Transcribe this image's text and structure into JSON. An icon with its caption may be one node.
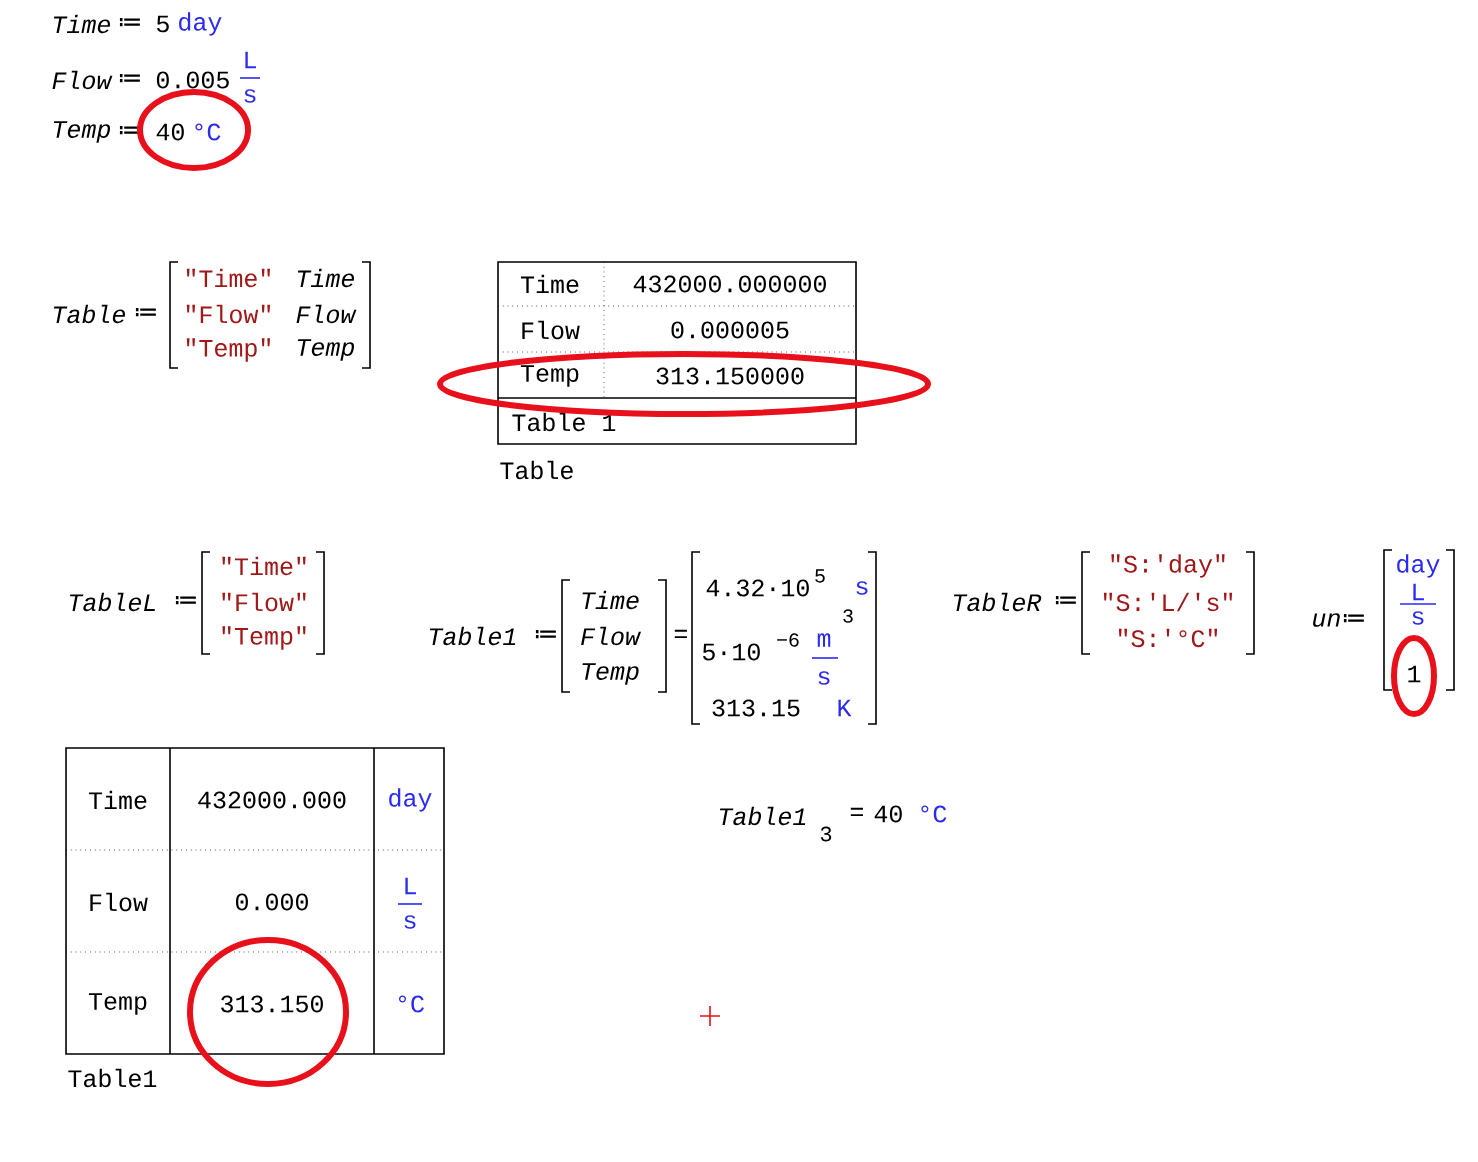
{
  "diagram": {
    "labels": [
      "Time",
      "≔",
      "5",
      "day",
      "Flow",
      "≔",
      "0.005",
      "L",
      "s",
      "Temp",
      "≔",
      "40",
      "°C",
      "Table",
      "≔",
      "\"Time\"",
      "Time",
      "\"Flow\"",
      "Flow",
      "\"Temp\"",
      "Temp",
      "Time",
      "432000.000000",
      "Flow",
      "0.000005",
      "Temp",
      "313.150000",
      "Table 1",
      "Table",
      "TableL",
      "≔",
      "\"Time\"",
      "\"Flow\"",
      "\"Temp\"",
      "Table1",
      "≔",
      "Time",
      "Flow",
      "Temp",
      "=",
      "4.32·10",
      "5",
      "s",
      "5·10",
      "−6",
      "m",
      "3",
      "s",
      "313.15",
      "K",
      "TableR",
      "≔",
      "\"S:'day\"",
      "\"S:'L/'s\"",
      "\"S:'°C\"",
      "un",
      "≔",
      "day",
      "L",
      "s",
      "1",
      "Time",
      "432000.000",
      "day",
      "Flow",
      "0.000",
      "L",
      "s",
      "Temp",
      "313.150",
      "°C",
      "Table1",
      "Table1",
      "3",
      "=",
      "40",
      "°C"
    ]
  }
}
